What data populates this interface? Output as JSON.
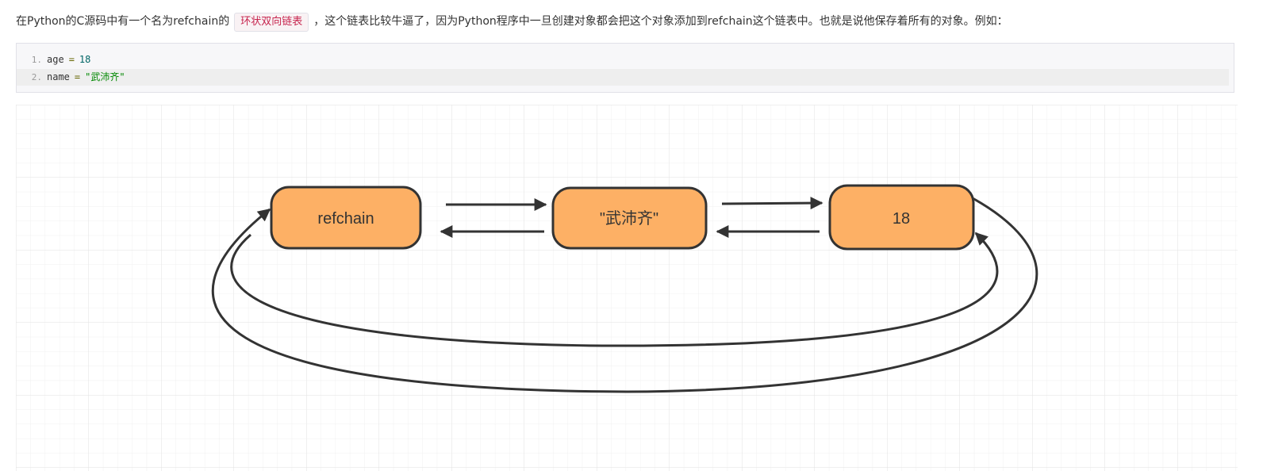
{
  "paragraph": {
    "before": "在Python的C源码中有一个名为refchain的",
    "code": "环状双向链表",
    "after": "，这个链表比较牛逼了，因为Python程序中一旦创建对象都会把这个对象添加到refchain这个链表中。也就是说他保存着所有的对象。例如："
  },
  "code_block": {
    "lines": [
      {
        "num": "1.",
        "name": "age",
        "op": "=",
        "value": "18"
      },
      {
        "num": "2.",
        "name": "name",
        "op": "=",
        "value": "\"武沛齐\""
      }
    ]
  },
  "diagram": {
    "nodes": [
      {
        "label": "refchain",
        "fill": "#fdb065"
      },
      {
        "label": "\"武沛齐\"",
        "fill": "#fdb065"
      },
      {
        "label": "18",
        "fill": "#fdb065"
      }
    ],
    "colors": {
      "node_fill": "#fdb065",
      "node_stroke": "#333333",
      "arrow": "#333333",
      "grid": "#e8e8e8"
    }
  }
}
